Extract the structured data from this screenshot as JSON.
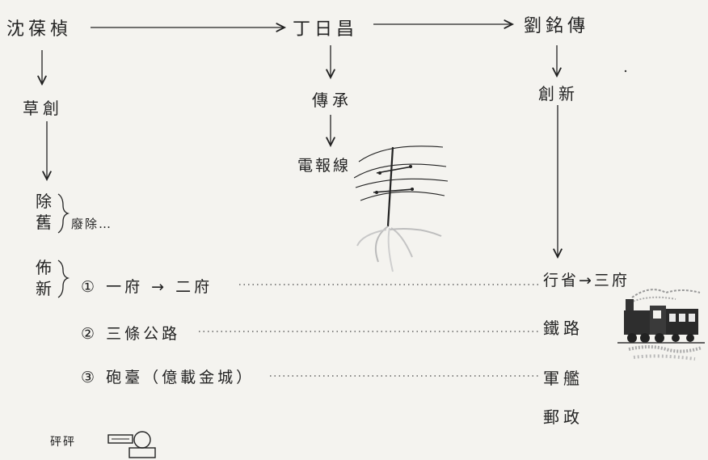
{
  "nodes": {
    "shen": "沈葆楨",
    "ding": "丁日昌",
    "liu": "劉銘傳",
    "shen_sub": "草創",
    "ding_sub": "傳承",
    "ding_sub2": "電報線",
    "liu_sub": "創新"
  },
  "left_block": {
    "chen": [
      "除",
      "舊"
    ],
    "chen_note": "廢除…",
    "bu": [
      "佈",
      "新"
    ]
  },
  "items": [
    {
      "label": "① 一府 → 二府",
      "result": "行省→三府"
    },
    {
      "label": "② 三條公路",
      "result": "鐵路"
    },
    {
      "label": "③ 砲臺（億載金城）",
      "result": "軍艦"
    },
    {
      "label": "",
      "result": "郵政"
    }
  ],
  "cannon_sound": "砰砰",
  "icons": [
    "telegraph-pole-icon",
    "train-icon",
    "cannon-icon"
  ],
  "colors": {
    "ink": "#222222",
    "paper": "#f4f3ef",
    "smoke": "#9a9a9a"
  }
}
